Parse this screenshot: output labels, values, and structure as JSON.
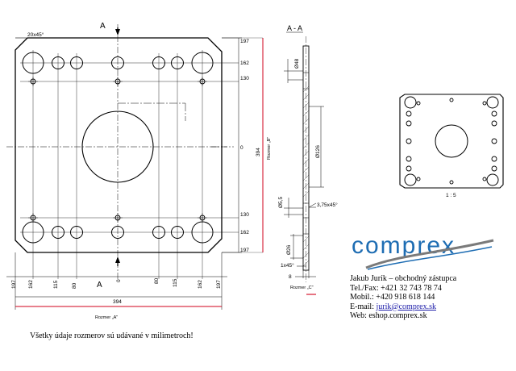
{
  "drawing": {
    "section_label_a": "A",
    "section_title": "A - A",
    "chamfer_top": "20x45°",
    "right_dims": [
      "197",
      "162",
      "130",
      "0",
      "130",
      "162",
      "197"
    ],
    "overall_height": "394",
    "rozmer_b": "Rozmer „B\"",
    "bottom_dims": [
      "197",
      "162",
      "115",
      "80",
      "0",
      "80",
      "115",
      "162",
      "197"
    ],
    "overall_width": "394",
    "rozmer_a": "Rozmer „A\"",
    "section_dims": [
      "Ø48",
      "Ø126",
      "Ø5,5",
      "3,75x45°",
      "Ø26",
      "1x45°",
      "8"
    ],
    "rozmer_c": "Rozmer „C\"",
    "scale": "1 : 5"
  },
  "logo_text": "comprex",
  "contact": {
    "name": "Jakub Jurík – obchodný zástupca",
    "tel": "Tel./Fax: +421 32 743 78 74",
    "mobil": "Mobil.: +420 918 618 144",
    "email_label": "E-mail:",
    "email": "jurik@comprex.sk",
    "web_label": "Web:",
    "web": "eshop.comprex.sk"
  },
  "note": "Všetky údaje rozmerov sú udávané v milimetroch!",
  "colors": {
    "dim_red": "#d0021b",
    "logo_blue": "#1e6db3",
    "logo_gray": "#7a7a7a"
  }
}
